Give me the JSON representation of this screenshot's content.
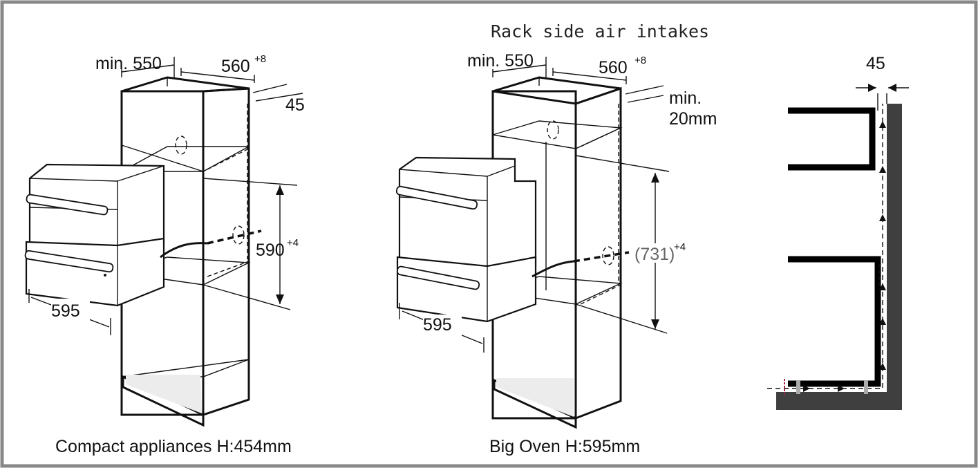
{
  "title": "Rack side air intakes",
  "left_panel": {
    "caption": "Compact appliances H:454mm",
    "dim_depth": "min. 550",
    "dim_width": "560",
    "dim_width_tol": "+8",
    "dim_gap": "45",
    "dim_height": "590",
    "dim_height_tol": "+4",
    "dim_appliance_width": "595"
  },
  "middle_panel": {
    "caption": "Big Oven H:595mm",
    "dim_depth": "min. 550",
    "dim_width": "560",
    "dim_width_tol": "+8",
    "dim_gap_1": "min.",
    "dim_gap_2": "20mm",
    "dim_height": "(731)",
    "dim_height_tol": "+4",
    "dim_appliance_width": "595"
  },
  "right_panel": {
    "dim_gap": "45"
  },
  "colors": {
    "border": "#888888",
    "wall": "#3f3f3f",
    "line": "#111111",
    "airflow_marker": "#b02040"
  }
}
